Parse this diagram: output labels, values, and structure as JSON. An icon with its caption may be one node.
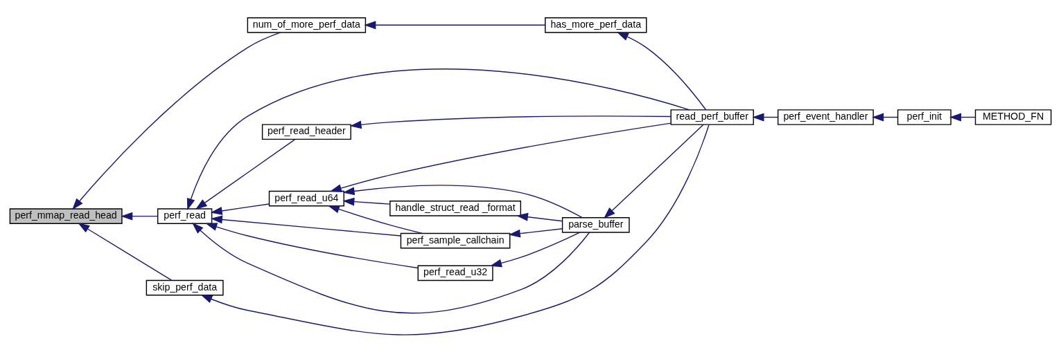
{
  "diagram": {
    "nodes": [
      {
        "text": [
          "perf_mmap_read_head"
        ]
      },
      {
        "text": [
          "num_of_more_perf_data"
        ]
      },
      {
        "text": [
          "has_more_perf_data"
        ]
      },
      {
        "text": [
          "perf_read"
        ]
      },
      {
        "text": [
          "perf_read_u64"
        ]
      },
      {
        "text": [
          "handle_struct_read _format"
        ]
      },
      {
        "text": [
          "perf_sample_callchain"
        ]
      },
      {
        "text": [
          "perf_read_u32"
        ]
      },
      {
        "text": [
          "parse_buffer"
        ]
      },
      {
        "text": [
          "read_perf_buffer"
        ]
      },
      {
        "text": [
          "perf_read_header"
        ]
      },
      {
        "text": [
          "skip_perf_data"
        ]
      },
      {
        "text": [
          "perf_event_handler"
        ]
      },
      {
        "text": [
          "perf_init"
        ]
      },
      {
        "text": [
          "METHOD_FN"
        ]
      }
    ],
    "edges": [
      {
        "from": 1,
        "to": 0,
        "arrow": "to"
      },
      {
        "from": 2,
        "to": 1,
        "arrow": "to"
      },
      {
        "from": 9,
        "to": 2,
        "arrow": "to"
      },
      {
        "from": 3,
        "to": 0,
        "arrow": "to"
      },
      {
        "from": 11,
        "to": 0,
        "arrow": "to"
      },
      {
        "from": 4,
        "to": 3,
        "arrow": "to"
      },
      {
        "from": 6,
        "to": 3,
        "arrow": "to"
      },
      {
        "from": 7,
        "to": 3,
        "arrow": "to"
      },
      {
        "from": 8,
        "to": 3,
        "arrow": "to"
      },
      {
        "from": 9,
        "to": 3,
        "arrow": "to"
      },
      {
        "from": 10,
        "to": 3,
        "arrow": "to"
      },
      {
        "from": 5,
        "to": 4,
        "arrow": "to"
      },
      {
        "from": 6,
        "to": 4,
        "arrow": "to"
      },
      {
        "from": 8,
        "to": 4,
        "arrow": "to"
      },
      {
        "from": 9,
        "to": 4,
        "arrow": "to"
      },
      {
        "from": 8,
        "to": 5,
        "arrow": "to"
      },
      {
        "from": 8,
        "to": 6,
        "arrow": "to"
      },
      {
        "from": 8,
        "to": 7,
        "arrow": "to"
      },
      {
        "from": 9,
        "to": 8,
        "arrow": "to"
      },
      {
        "from": 9,
        "to": 10,
        "arrow": "to"
      },
      {
        "from": 9,
        "to": 11,
        "arrow": "to"
      },
      {
        "from": 12,
        "to": 9,
        "arrow": "to"
      },
      {
        "from": 13,
        "to": 12,
        "arrow": "to"
      },
      {
        "from": 14,
        "to": 13,
        "arrow": "to"
      }
    ]
  }
}
